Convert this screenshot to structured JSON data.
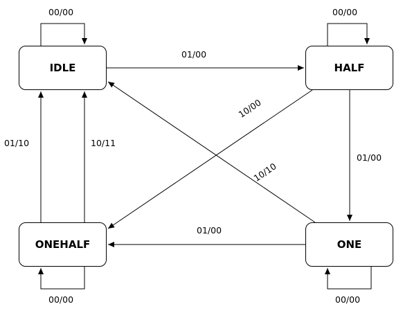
{
  "states": {
    "idle": "IDLE",
    "half": "HALF",
    "onehalf": "ONEHALF",
    "one": "ONE"
  },
  "transitions": [
    {
      "from": "IDLE",
      "to": "IDLE",
      "label": "00/00"
    },
    {
      "from": "HALF",
      "to": "HALF",
      "label": "00/00"
    },
    {
      "from": "ONEHALF",
      "to": "ONEHALF",
      "label": "00/00"
    },
    {
      "from": "ONE",
      "to": "ONE",
      "label": "00/00"
    },
    {
      "from": "IDLE",
      "to": "HALF",
      "label": "01/00"
    },
    {
      "from": "HALF",
      "to": "ONE",
      "label": "01/00"
    },
    {
      "from": "ONE",
      "to": "ONEHALF",
      "label": "01/00"
    },
    {
      "from": "HALF",
      "to": "ONEHALF",
      "label": "10/00"
    },
    {
      "from": "ONE",
      "to": "IDLE",
      "label": "10/10"
    },
    {
      "from": "ONEHALF",
      "to": "IDLE",
      "label": "01/10"
    },
    {
      "from": "ONEHALF",
      "to": "IDLE",
      "label": "10/11"
    }
  ]
}
